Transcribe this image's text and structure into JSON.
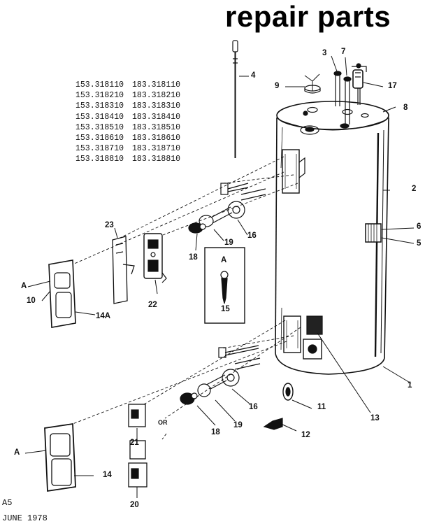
{
  "title": "repair parts",
  "model_numbers": [
    [
      "153.318110",
      "183.318110"
    ],
    [
      "153.318210",
      "183.318210"
    ],
    [
      "153.318310",
      "183.318310"
    ],
    [
      "153.318410",
      "183.318410"
    ],
    [
      "153.318510",
      "183.318510"
    ],
    [
      "153.318610",
      "183.318610"
    ],
    [
      "153.318710",
      "183.318710"
    ],
    [
      "153.318810",
      "183.318810"
    ]
  ],
  "callouts": {
    "p1": "1",
    "p2": "2",
    "p3": "3",
    "p4": "4",
    "p5": "5",
    "p6": "6",
    "p7": "7",
    "p8": "8",
    "p9": "9",
    "p10": "10",
    "p11": "11",
    "p12": "12",
    "p13": "13",
    "p14": "14",
    "p14a": "14A",
    "p15": "15",
    "p16a": "16",
    "p16b": "16",
    "p17": "17",
    "p18a": "18",
    "p18b": "18",
    "p19a": "19",
    "p19b": "19",
    "p20": "20",
    "p21": "21",
    "p22": "22",
    "p23": "23",
    "a_upper": "A",
    "a_lower": "A",
    "a_box": "A",
    "or_label": "OR"
  },
  "footer": {
    "page": "A5",
    "date": "JUNE 1978"
  }
}
